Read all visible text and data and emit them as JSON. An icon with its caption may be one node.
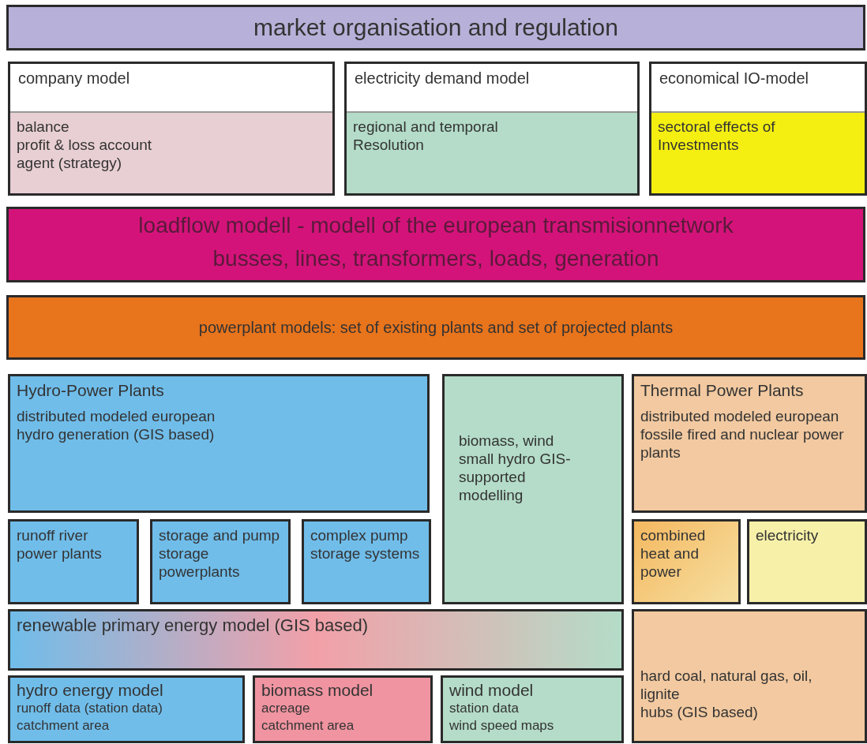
{
  "diagram": {
    "nodes": [
      {
        "text": [
          "market organisation and regulation"
        ]
      },
      {
        "text": [
          "company model",
          "balance",
          "profit & loss account",
          "agent (strategy)"
        ]
      },
      {
        "text": [
          "electricity demand model",
          "regional and temporal Resolution"
        ]
      },
      {
        "text": [
          "economical IO-model",
          "sectoral effects of Investments"
        ]
      },
      {
        "text": [
          "loadflow modell - modell of the european transmisionnetwork",
          "busses, lines, transformers, loads, generation"
        ]
      },
      {
        "text": [
          "powerplant models: set of existing plants and set of projected plants"
        ]
      },
      {
        "text": [
          "Hydro-Power Plants",
          "distributed modeled european hydro generation (GIS based)"
        ]
      },
      {
        "text": [
          "runoff river power plants"
        ]
      },
      {
        "text": [
          "storage and pump storage powerplants"
        ]
      },
      {
        "text": [
          "complex pump storage systems"
        ]
      },
      {
        "text": [
          "biomass, wind small hydro GIS-supported modelling"
        ]
      },
      {
        "text": [
          "Thermal Power Plants",
          "distributed modeled european fossile fired and nuclear power plants"
        ]
      },
      {
        "text": [
          "combined heat and power"
        ]
      },
      {
        "text": [
          "electricity"
        ]
      },
      {
        "text": [
          "renewable primary energy model (GIS based)"
        ]
      },
      {
        "text": [
          "hydro energy model",
          "runoff data (station data)",
          "catchment area"
        ]
      },
      {
        "text": [
          "biomass model",
          "acreage",
          "catchment area"
        ]
      },
      {
        "text": [
          "wind model",
          "station data",
          "wind speed maps"
        ]
      },
      {
        "text": [
          "hard coal, natural gas, oil, lignite",
          "hubs (GIS based)"
        ]
      }
    ]
  }
}
